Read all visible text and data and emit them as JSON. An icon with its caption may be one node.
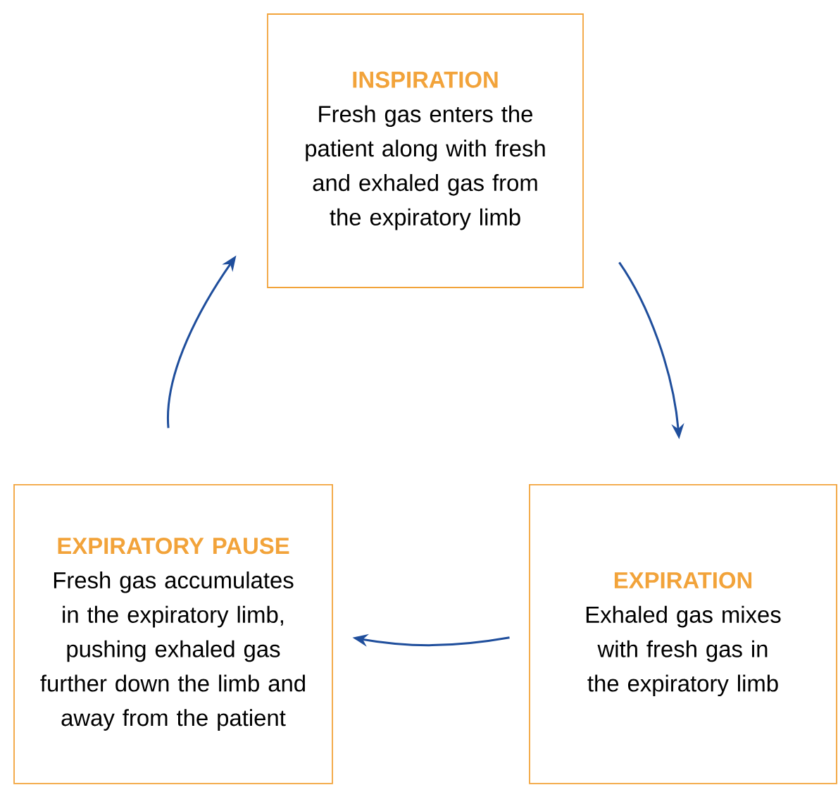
{
  "diagram": {
    "nodes": [
      {
        "text": [
          "INSPIRATION",
          "Fresh gas enters the patient along with fresh and exhaled gas from the expiratory limb"
        ]
      },
      {
        "text": [
          "EXPIRATORY PAUSE",
          "Fresh gas accumulates in the expiratory limb, pushing exhaled gas further down the limb and away from the patient"
        ]
      },
      {
        "text": [
          "EXPIRATION",
          "Exhaled gas mixes with fresh gas in the expiratory limb"
        ]
      }
    ],
    "edges": [
      {
        "from": 0,
        "to": 2,
        "arrow": "to"
      },
      {
        "from": 2,
        "to": 1,
        "arrow": "to"
      },
      {
        "from": 1,
        "to": 0,
        "arrow": "to"
      }
    ]
  }
}
